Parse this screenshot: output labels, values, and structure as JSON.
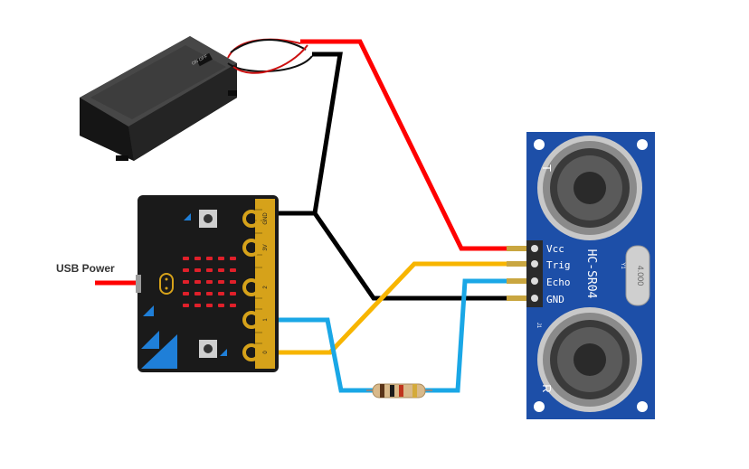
{
  "usb_label": "USB Power",
  "microbit": {
    "pins": [
      "GND",
      "3V",
      "2",
      "1",
      "0"
    ],
    "led_color": "#e0202a",
    "board_color": "#1a1a1a",
    "edge_color": "#d6a21a",
    "accent_color": "#1f7fd8"
  },
  "sensor": {
    "model": "HC-SR04",
    "pins": [
      "Vcc",
      "Trig",
      "Echo",
      "GND"
    ],
    "transmitter_label": "T",
    "receiver_label": "R",
    "crystal_label": "4.000",
    "y1_label": "Y1",
    "j1_label": "J1",
    "board_color": "#1d4fa8"
  },
  "wires": {
    "red": "#ff0000",
    "black": "#000000",
    "yellow": "#f7b500",
    "blue": "#1aa7e6"
  },
  "resistor_bands": [
    "#5a3418",
    "#1b1b1b",
    "#c0341d",
    "#d4aa3a"
  ]
}
